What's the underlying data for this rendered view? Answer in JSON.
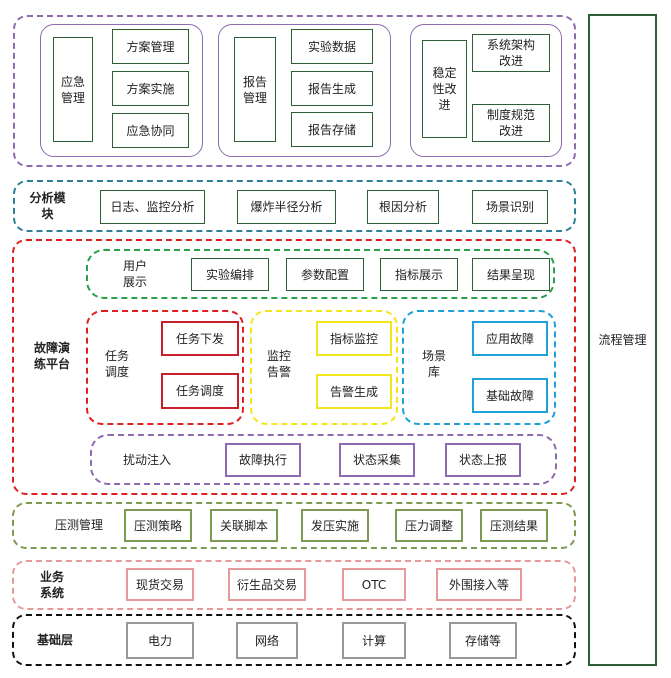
{
  "top": {
    "emergency": {
      "title": "应急\n管理",
      "items": [
        "方案管理",
        "方案实施",
        "应急协同"
      ]
    },
    "report": {
      "title": "报告\n管理",
      "items": [
        "实验数据",
        "报告生成",
        "报告存储"
      ]
    },
    "stability": {
      "title": "稳定\n性改\n进",
      "items": [
        "系统架构\n改进",
        "制度规范\n改进"
      ]
    }
  },
  "analysis": {
    "title": "分析模\n块",
    "items": [
      "日志、监控分析",
      "爆炸半径分析",
      "根因分析",
      "场景识别"
    ]
  },
  "platform": {
    "title": "故障演\n练平台",
    "user": {
      "title": "用户\n展示",
      "items": [
        "实验编排",
        "参数配置",
        "指标展示",
        "结果呈现"
      ]
    },
    "task": {
      "title": "任务\n调度",
      "items": [
        "任务下发",
        "任务调度"
      ]
    },
    "monitor": {
      "title": "监控\n告警",
      "items": [
        "指标监控",
        "告警生成"
      ]
    },
    "scene": {
      "title": "场景\n库",
      "items": [
        "应用故障",
        "基础故障"
      ]
    },
    "inject": {
      "title": "扰动注入",
      "items": [
        "故障执行",
        "状态采集",
        "状态上报"
      ]
    }
  },
  "pressure": {
    "title": "压测管理",
    "items": [
      "压测策略",
      "关联脚本",
      "发压实施",
      "压力调整",
      "压测结果"
    ]
  },
  "business": {
    "title": "业务\n系统",
    "items": [
      "现货交易",
      "衍生品交易",
      "OTC",
      "外围接入等"
    ]
  },
  "base": {
    "title": "基础层",
    "items": [
      "电力",
      "网络",
      "计算",
      "存储等"
    ]
  },
  "process": {
    "title": "流程管理"
  },
  "colors": {
    "green_box": "#2e5e34",
    "purple_dash": "#8e6bb0",
    "teal_dash": "#2f7f96",
    "red_dash": "#e02020",
    "green_dash": "#2aa14a",
    "yellow_dash": "#f3e61a",
    "blue_dash": "#1ea0d8",
    "olive_dash": "#7c9a52",
    "pink_dash": "#e49a98",
    "black_dash": "#111111"
  }
}
